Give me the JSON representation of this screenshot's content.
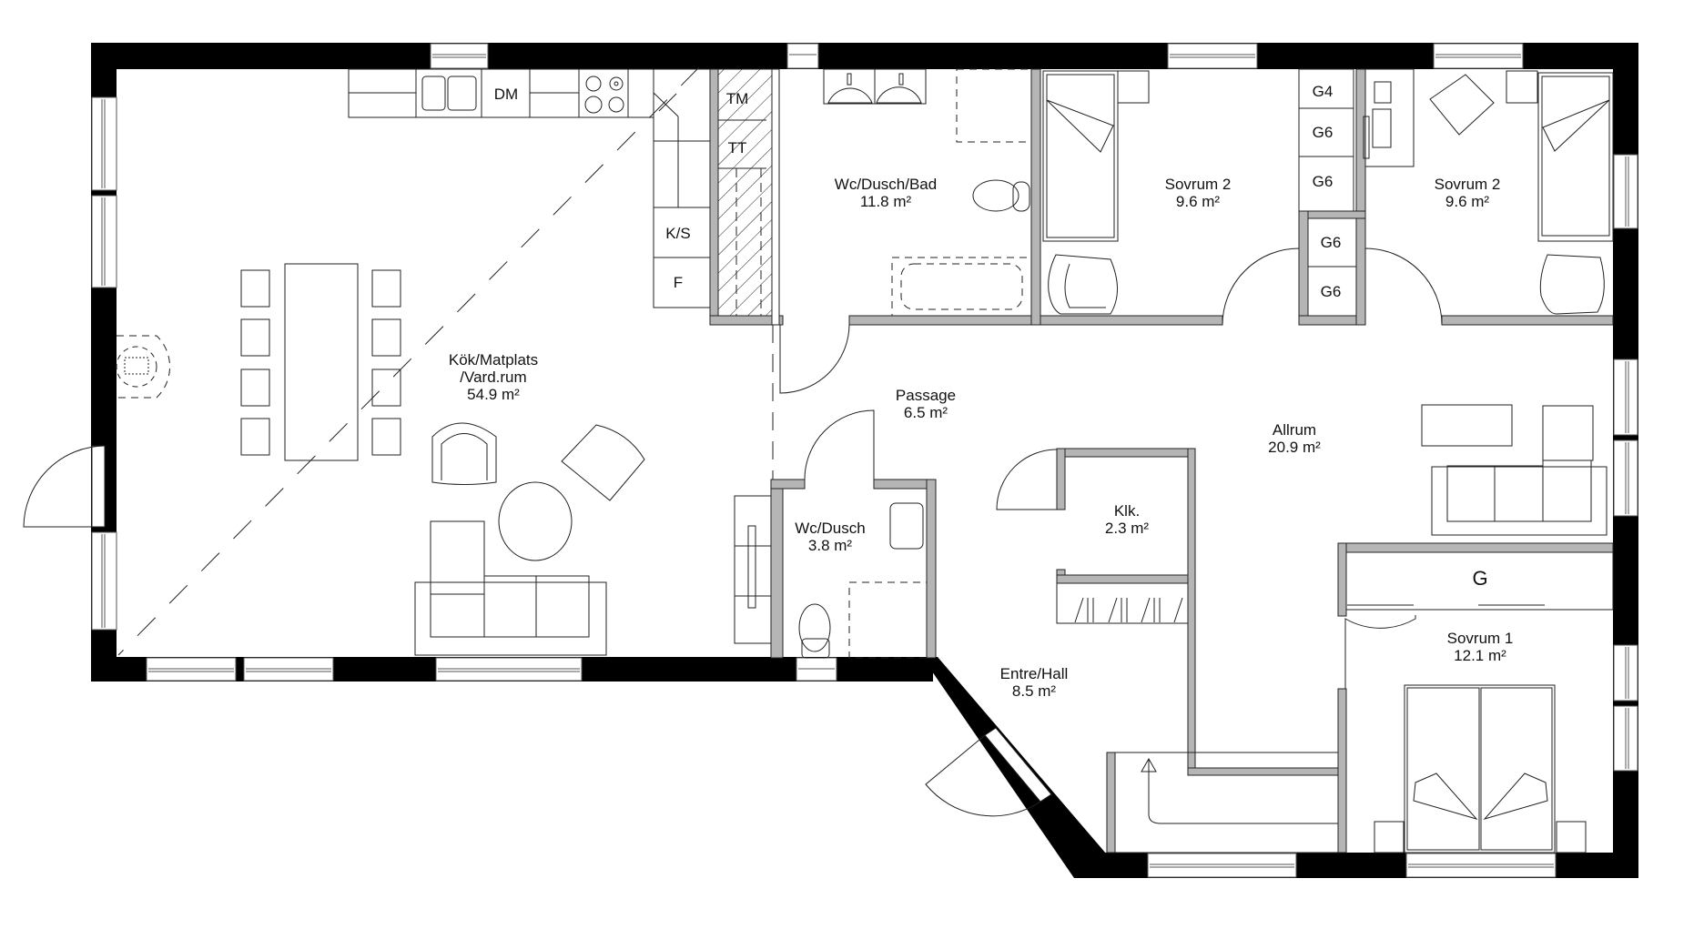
{
  "plan": {
    "rooms": [
      {
        "id": "kok",
        "name": "Kök/Matplats",
        "name2": "/Vard.rum",
        "area": "54.9 m²"
      },
      {
        "id": "wcbad",
        "name": "Wc/Dusch/Bad",
        "area": "11.8 m²"
      },
      {
        "id": "sovrum2a",
        "name": "Sovrum 2",
        "area": "9.6 m²"
      },
      {
        "id": "sovrum2b",
        "name": "Sovrum 2",
        "area": "9.6 m²"
      },
      {
        "id": "passage",
        "name": "Passage",
        "area": "6.5 m²"
      },
      {
        "id": "allrum",
        "name": "Allrum",
        "area": "20.9 m²"
      },
      {
        "id": "wcdusch",
        "name": "Wc/Dusch",
        "area": "3.8 m²"
      },
      {
        "id": "klk",
        "name": "Klk.",
        "area": "2.3 m²"
      },
      {
        "id": "entre",
        "name": "Entre/Hall",
        "area": "8.5 m²"
      },
      {
        "id": "sovrum1",
        "name": "Sovrum 1",
        "area": "12.1 m²"
      }
    ],
    "fixtures": {
      "dm": "DM",
      "tm": "TM",
      "tt": "TT",
      "ks": "K/S",
      "f": "F",
      "g4": "G4",
      "g6a": "G6",
      "g6b": "G6",
      "g6c": "G6",
      "g6d": "G6",
      "g": "G"
    },
    "colors": {
      "wall": "#000000",
      "line": "#222222",
      "background": "#ffffff",
      "partition_fill": "#9a9a9a"
    }
  }
}
